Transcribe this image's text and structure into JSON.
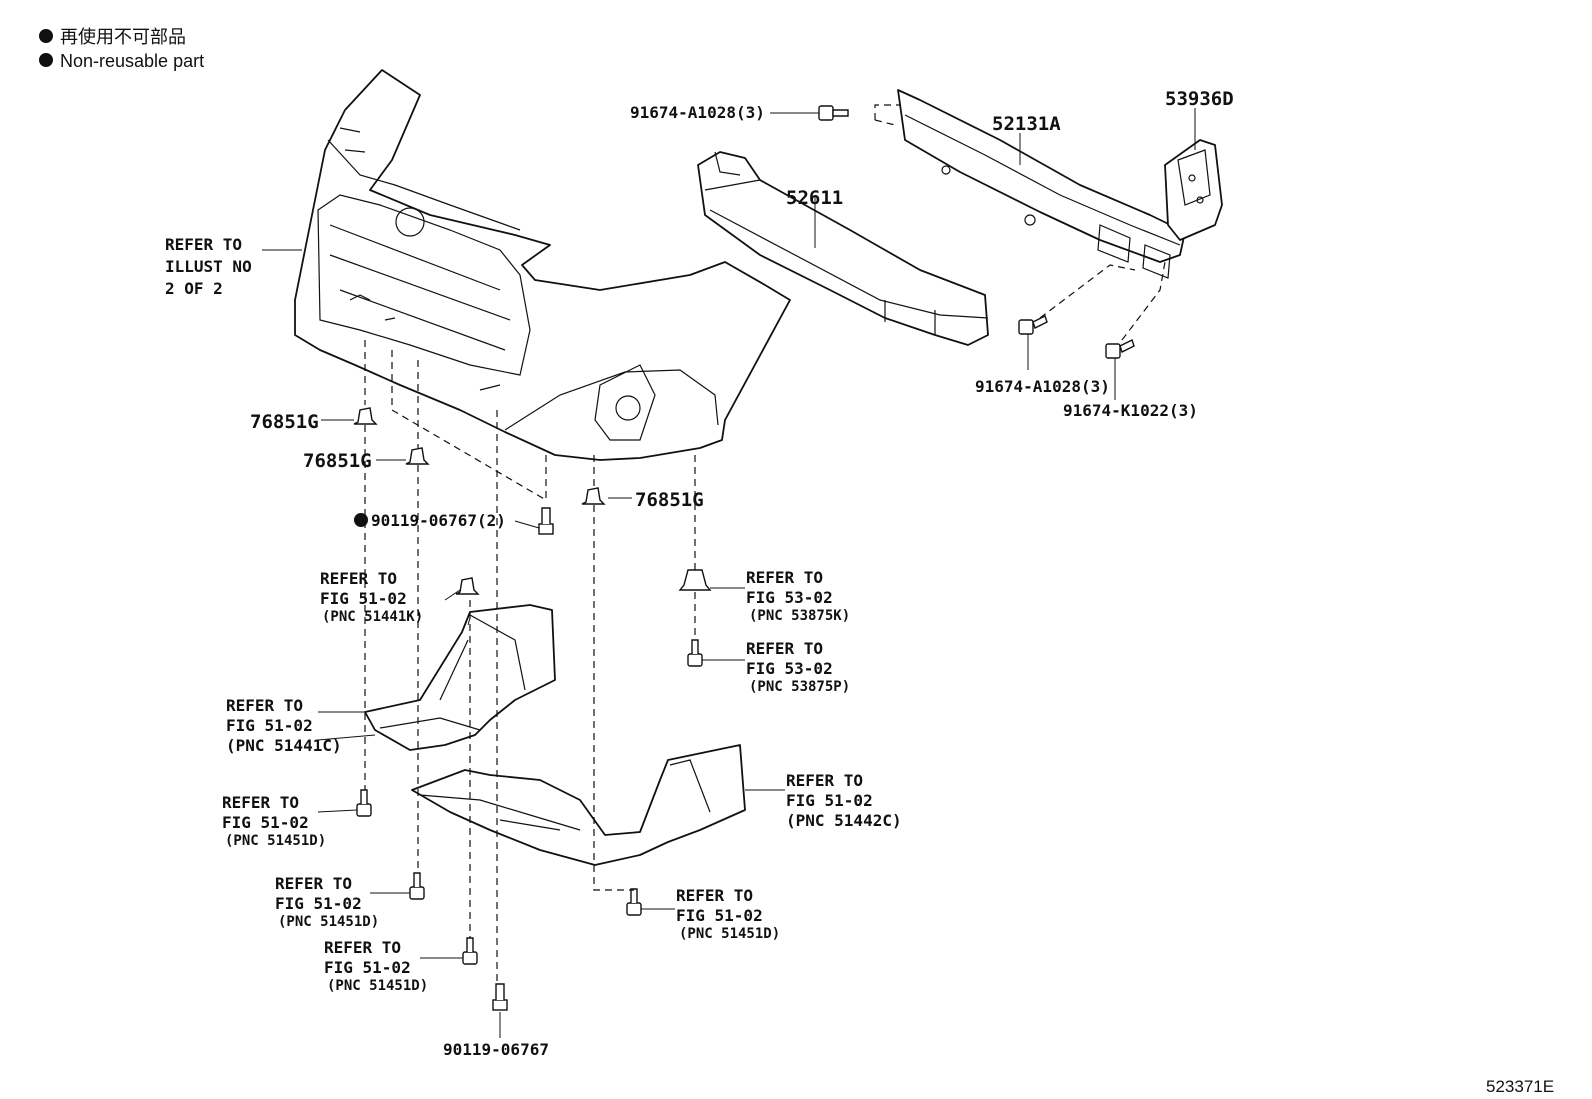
{
  "legend": {
    "marker": "●",
    "line_ja": "再使用不可部品",
    "line_en": "Non-reusable part"
  },
  "diagram_code": "523371E",
  "labels": {
    "refer_illust": [
      "REFER TO",
      "ILLUST NO",
      "2 OF 2"
    ],
    "p_52611": "52611",
    "p_52131A": "52131A",
    "p_53936D": "53936D",
    "p_91674_a1028_top": "91674-A1028(3)",
    "p_91674_a1028_bottom": "91674-A1028(3)",
    "p_91674_k1022": "91674-K1022(3)",
    "p_76851G_1": "76851G",
    "p_76851G_2": "76851G",
    "p_76851G_3": "76851G",
    "p_90119_06767_2": "90119-06767(2)",
    "p_90119_06767": "90119-06767",
    "ref_51441K": [
      "REFER TO",
      "FIG 51-02",
      "(PNC 51441K)"
    ],
    "ref_51441C": [
      "REFER TO",
      "FIG 51-02",
      "(PNC 51441C)"
    ],
    "ref_51442C": [
      "REFER TO",
      "FIG 51-02",
      "(PNC 51442C)"
    ],
    "ref_53875K": [
      "REFER TO",
      "FIG 53-02",
      "(PNC 53875K)"
    ],
    "ref_53875P": [
      "REFER TO",
      "FIG 53-02",
      "(PNC 53875P)"
    ],
    "ref_51451D_a": [
      "REFER TO",
      "FIG 51-02",
      "(PNC 51451D)"
    ],
    "ref_51451D_b": [
      "REFER TO",
      "FIG 51-02",
      "(PNC 51451D)"
    ],
    "ref_51451D_c": [
      "REFER TO",
      "FIG 51-02",
      "(PNC 51451D)"
    ],
    "ref_51451D_d": [
      "REFER TO",
      "FIG 51-02",
      "(PNC 51451D)"
    ]
  }
}
